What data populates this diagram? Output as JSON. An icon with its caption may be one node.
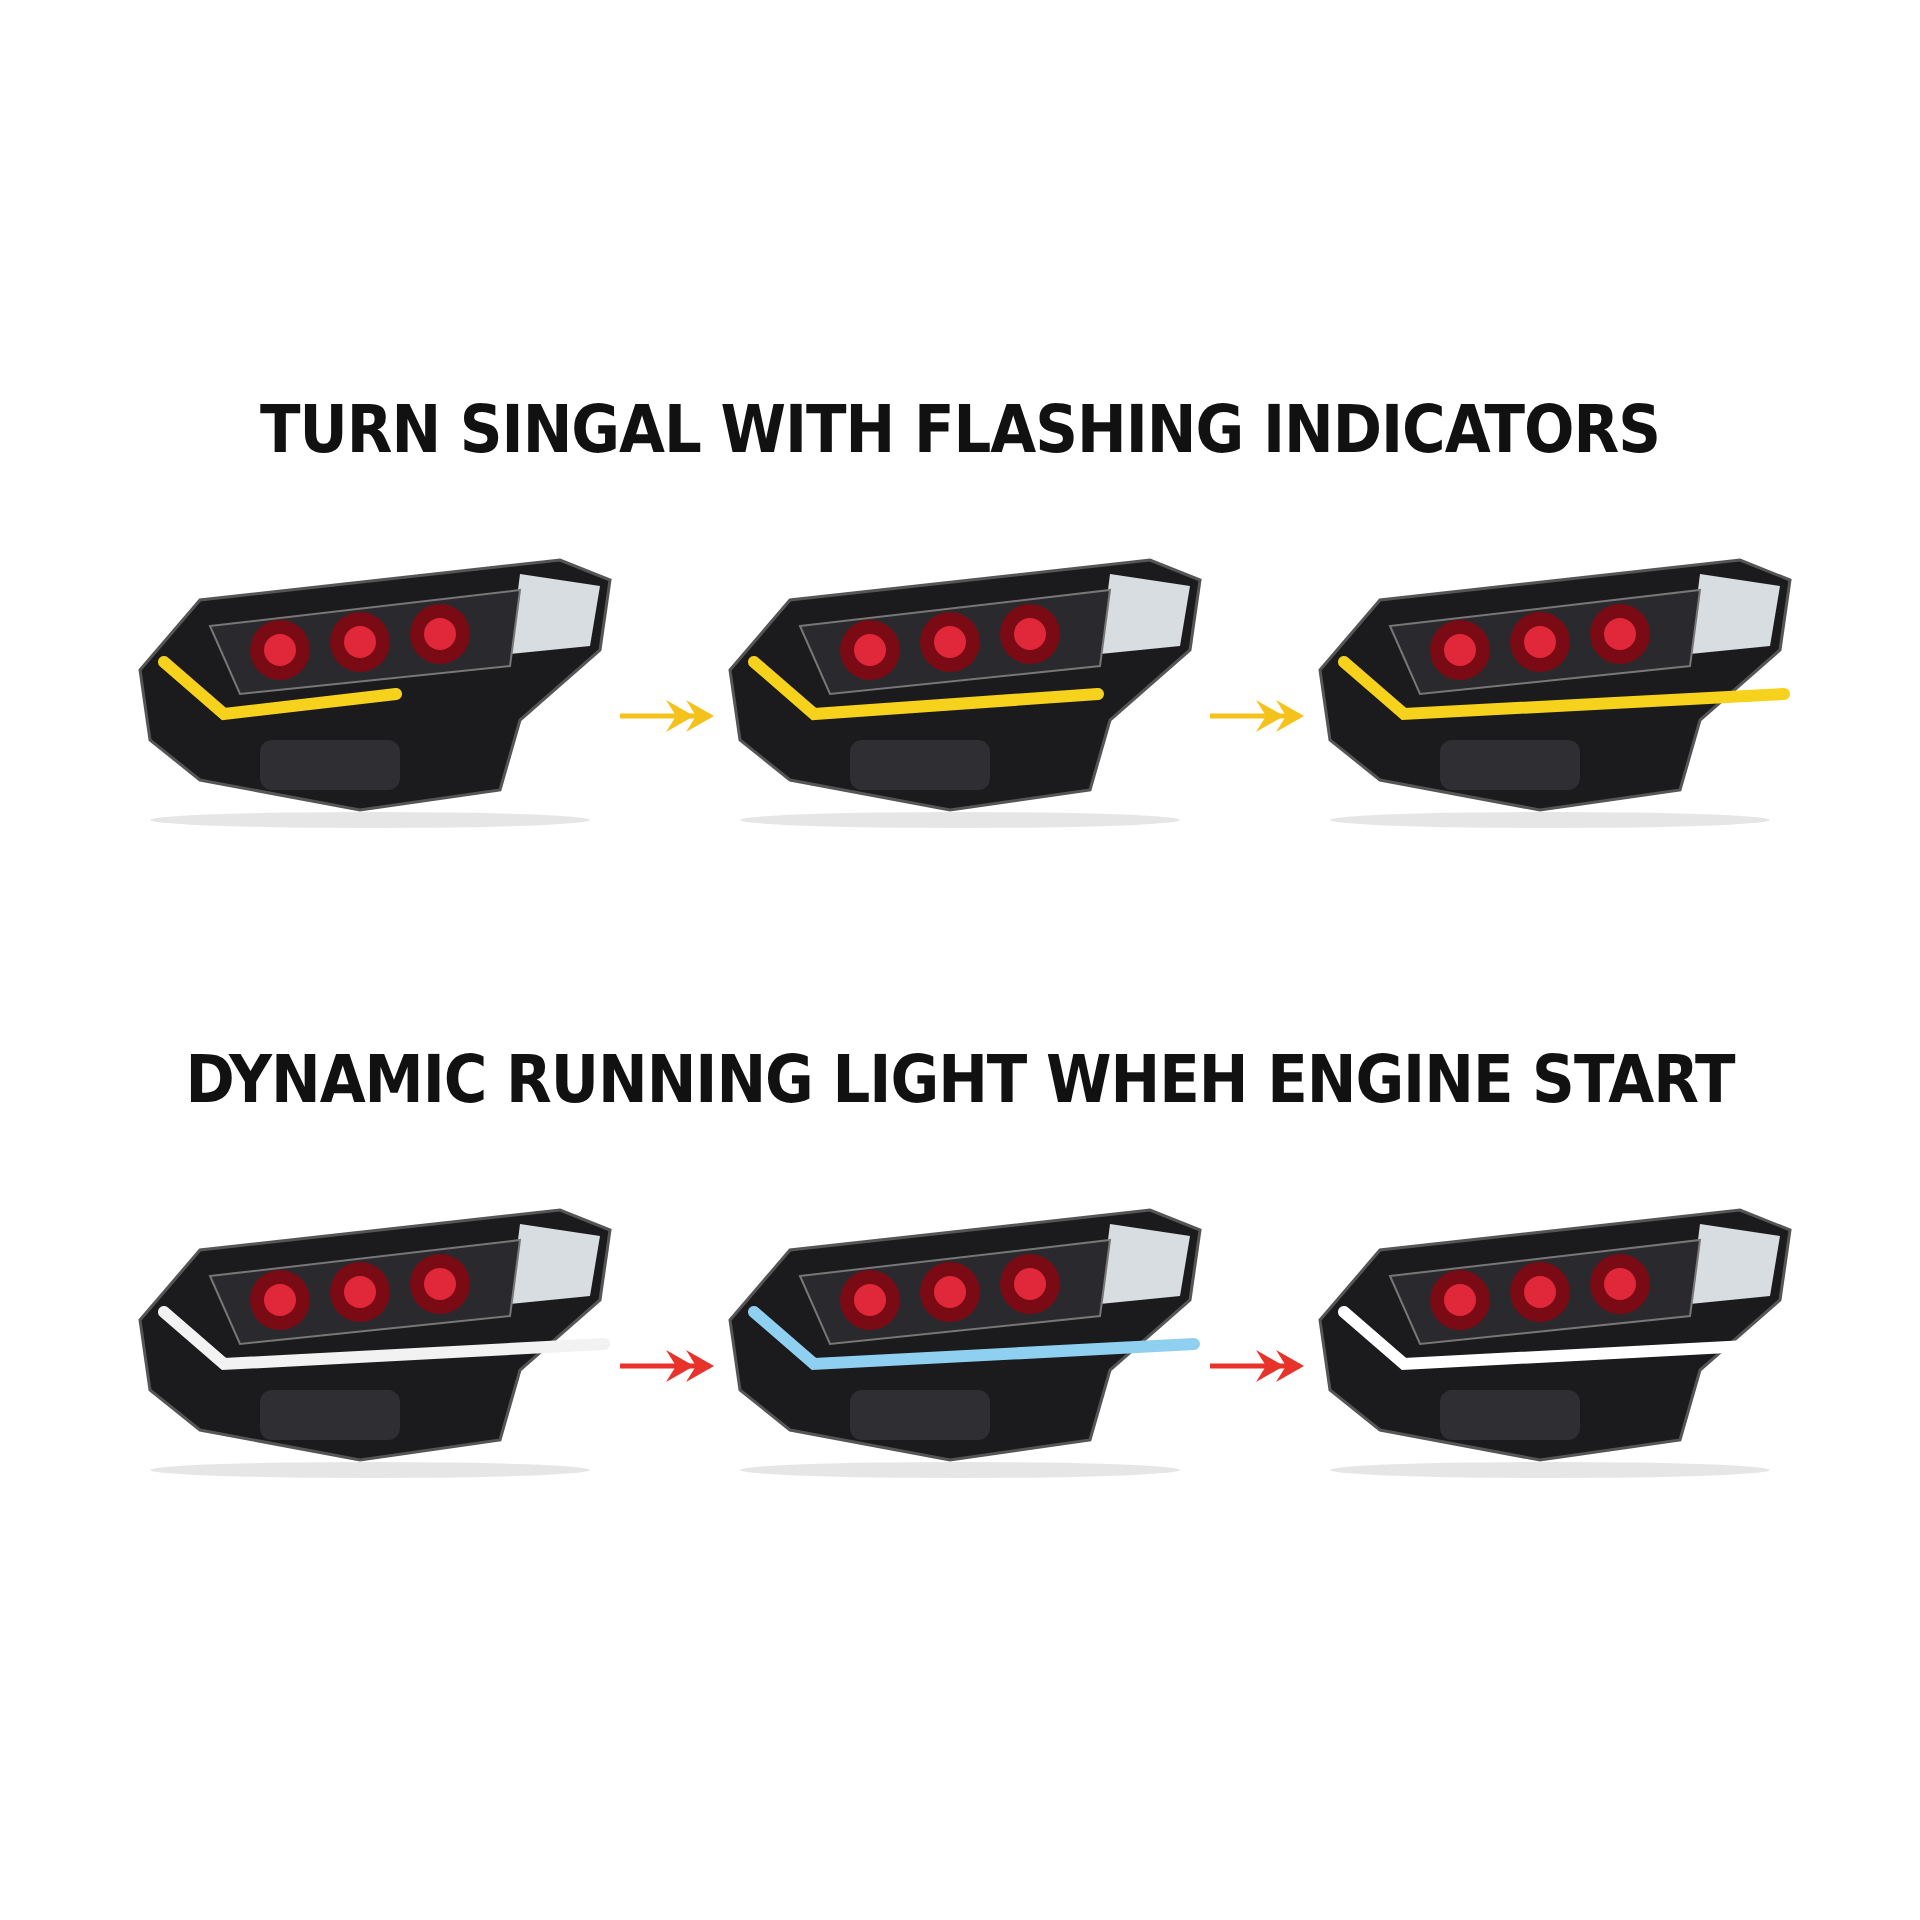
{
  "diagram": {
    "nodes": [
      {
        "text": [],
        "shape": "picture"
      },
      {
        "text": [],
        "shape": "picture"
      },
      {
        "text": [],
        "shape": "picture"
      },
      {
        "text": [],
        "shape": "picture"
      },
      {
        "text": [],
        "shape": "picture"
      },
      {
        "text": [],
        "shape": "picture"
      }
    ],
    "edges": [
      {
        "from": 0,
        "to": 1,
        "arrow": "to",
        "color": "#f5c21b"
      },
      {
        "from": 1,
        "to": 2,
        "arrow": "to",
        "color": "#f5c21b"
      },
      {
        "from": 3,
        "to": 4,
        "arrow": "to",
        "color": "#e8332a"
      },
      {
        "from": 4,
        "to": 5,
        "arrow": "to",
        "color": "#e8332a"
      }
    ],
    "labels": [
      "TURN SINGAL WITH FLASHING INDICATORS",
      "DYNAMIC RUNNING LIGHT WHEH ENGINE START"
    ]
  }
}
